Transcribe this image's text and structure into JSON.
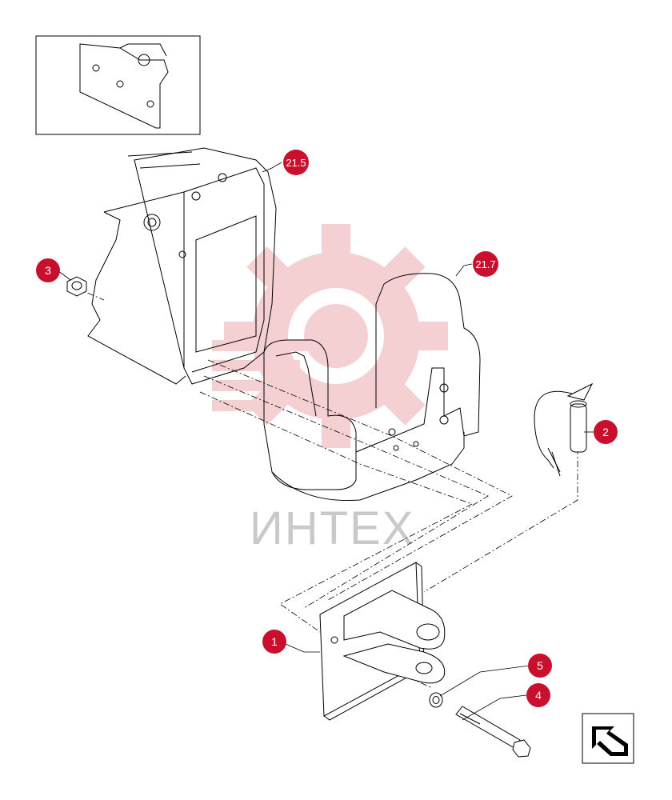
{
  "watermark": {
    "text": "ИНТЕХ"
  },
  "callouts": [
    {
      "id": "callout-1",
      "label": "1"
    },
    {
      "id": "callout-2",
      "label": "2"
    },
    {
      "id": "callout-3",
      "label": "3"
    },
    {
      "id": "callout-4",
      "label": "4"
    },
    {
      "id": "callout-5",
      "label": "5"
    },
    {
      "id": "ref-21-5",
      "label": "21.5"
    },
    {
      "id": "ref-21-7",
      "label": "21.7"
    }
  ],
  "colors": {
    "callout_fill": "#c8102e",
    "line": "#000000",
    "watermark": "#e07a80"
  },
  "icons": {
    "nav": "next-page-arrow-icon"
  }
}
